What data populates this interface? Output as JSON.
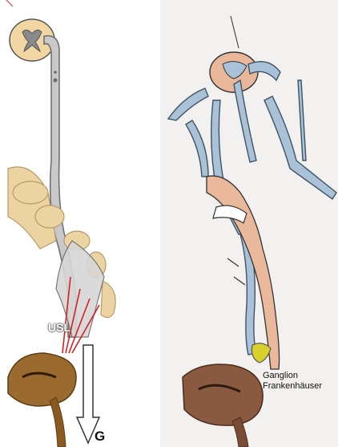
{
  "left_panel": {
    "label_usl": "USL",
    "label_g": "G",
    "colors": {
      "nerve": "#c9c9c9",
      "nerve_outline": "#6b6b6b",
      "spinal_cord": "#f3d7a2",
      "grey_matter": "#8a8a8a",
      "sacrum": "#ecd3a2",
      "uterus": "#9a6a2e",
      "arrow_red": "#d62020",
      "force_arrow": "#ffffff"
    }
  },
  "right_panel": {
    "label_ganglion_line1": "Ganglion",
    "label_ganglion_line2": "Frankenhäuser",
    "colors": {
      "nerve": "#a9c2d8",
      "nerve_outline": "#3f5363",
      "vertebra": "#e9b89a",
      "bone": "#eab99b",
      "ganglion": "#d8d12c",
      "uterus": "#8a5a40",
      "background": "#f2f1f0"
    }
  }
}
